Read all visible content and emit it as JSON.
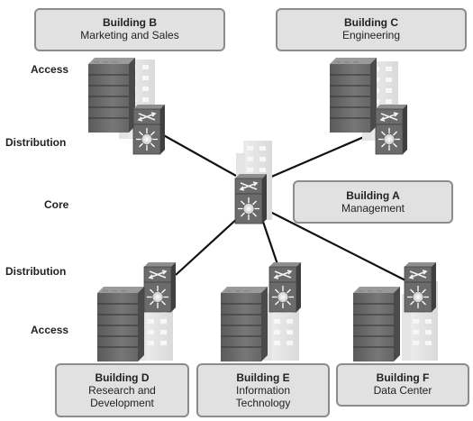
{
  "levels": {
    "access_top": "Access",
    "distribution_top": "Distribution",
    "core": "Core",
    "distribution_bottom": "Distribution",
    "access_bottom": "Access"
  },
  "buildings": {
    "b": {
      "title": "Building B",
      "subtitle": "Marketing and Sales"
    },
    "c": {
      "title": "Building C",
      "subtitle": "Engineering"
    },
    "a": {
      "title": "Building A",
      "subtitle": "Management"
    },
    "d": {
      "title": "Building D",
      "subtitle_1": "Research and",
      "subtitle_2": "Development"
    },
    "e": {
      "title": "Building E",
      "subtitle_1": "Information",
      "subtitle_2": "Technology"
    },
    "f": {
      "title": "Building F",
      "subtitle": "Data Center"
    }
  },
  "icons": [
    "access-switch-stack-icon",
    "distribution-switch-icon",
    "core-switch-icon",
    "office-building-icon"
  ],
  "colors": {
    "box_fill": "#e1e1e1",
    "box_border": "#8c8c8c",
    "link": "#111111",
    "switch": "#6e6e6e"
  }
}
